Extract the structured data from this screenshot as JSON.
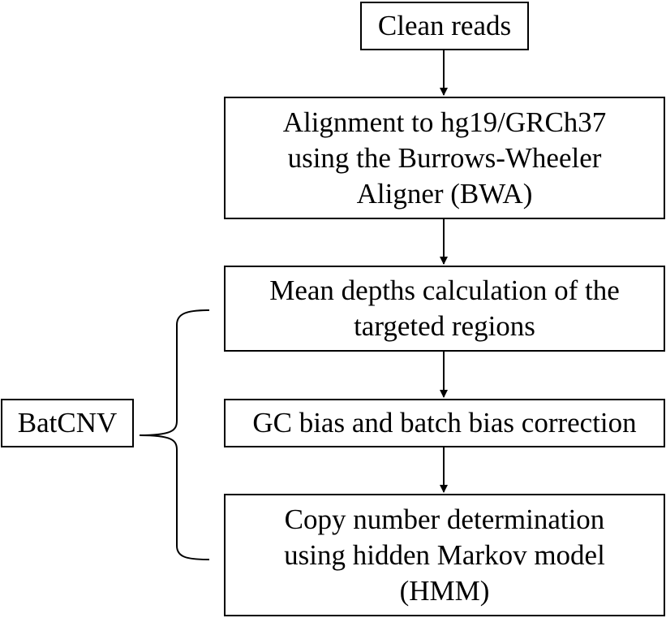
{
  "nodes": {
    "clean_reads": {
      "label": "Clean reads"
    },
    "alignment": {
      "lines": [
        "Alignment to hg19/GRCh37",
        "using the Burrows-Wheeler",
        "Aligner (BWA)"
      ]
    },
    "mean_depths": {
      "lines": [
        "Mean depths calculation of the",
        "targeted regions"
      ]
    },
    "gc_bias": {
      "label": "GC bias and batch bias correction"
    },
    "copy_number": {
      "lines": [
        "Copy number determination",
        "using hidden Markov model",
        "(HMM)"
      ]
    },
    "batcnv": {
      "label": "BatCNV"
    }
  },
  "edges": [
    {
      "from": "clean_reads",
      "to": "alignment"
    },
    {
      "from": "alignment",
      "to": "mean_depths"
    },
    {
      "from": "mean_depths",
      "to": "gc_bias"
    },
    {
      "from": "gc_bias",
      "to": "copy_number"
    }
  ],
  "group": {
    "label_node": "batcnv",
    "members": [
      "mean_depths",
      "gc_bias",
      "copy_number"
    ]
  },
  "colors": {
    "stroke": "#000000",
    "fill": "#ffffff",
    "text": "#000000"
  }
}
